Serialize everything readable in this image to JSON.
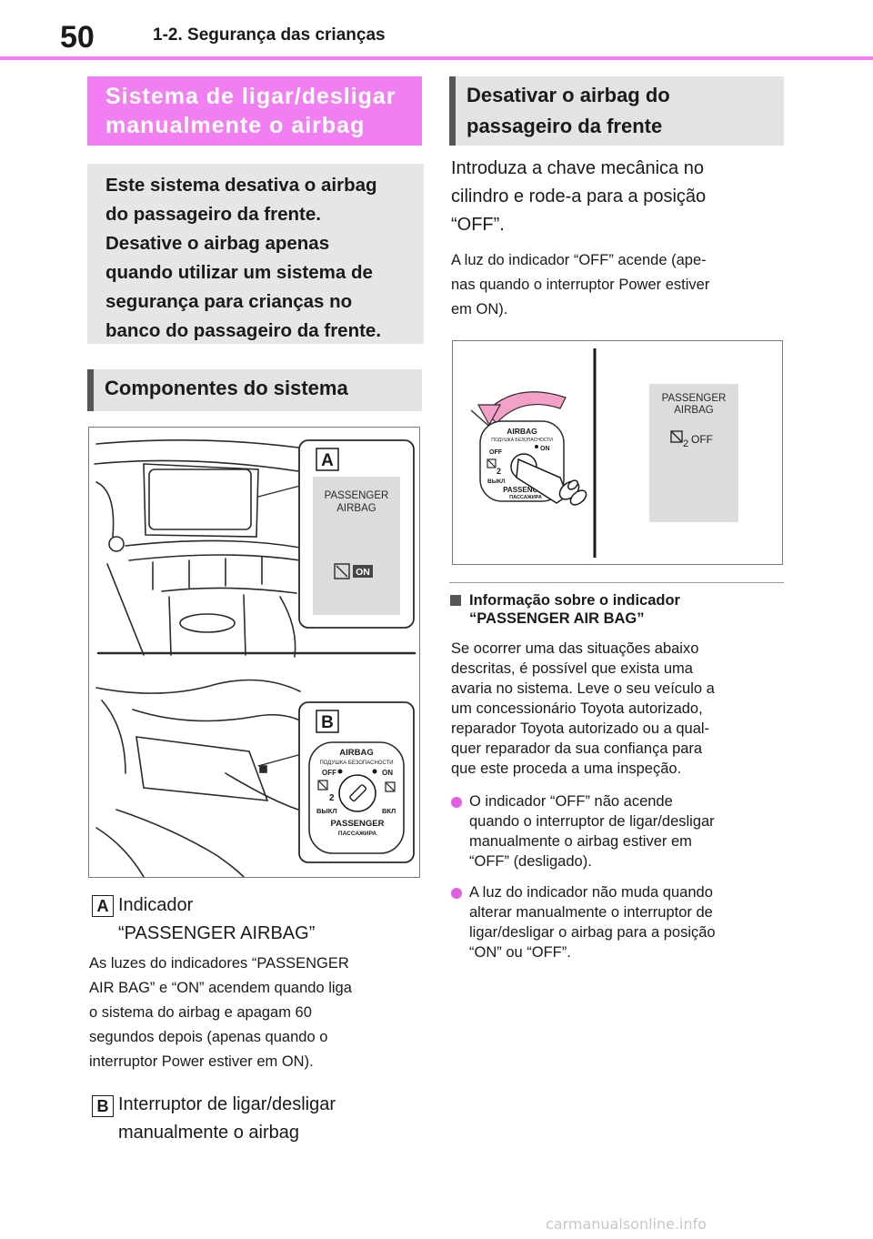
{
  "header": {
    "page_number": "50",
    "section_title": "1-2. Segurança das crianças"
  },
  "left": {
    "main_heading_line1": "Sistema de ligar/desligar",
    "main_heading_line2": "manualmente o airbag",
    "intro_lines": [
      "Este sistema desativa o airbag",
      "do passageiro da frente.",
      "Desative o airbag apenas",
      "quando utilizar um sistema de",
      "segurança para crianças no",
      "banco do passageiro da frente."
    ],
    "components_heading": "Componentes do sistema",
    "figure": {
      "label_a": "A",
      "label_b": "B",
      "indicator_line1": "PASSENGER",
      "indicator_line2": "AIRBAG",
      "indicator_on": "ON",
      "switch_top": "AIRBAG",
      "switch_top_ru": "ПОДУШКА  БЕЗОПАСНОСТИ",
      "switch_off": "OFF",
      "switch_on": "ON",
      "switch_off_ru": "ВЫКЛ",
      "switch_on_ru": "ВКЛ",
      "switch_bottom": "PASSENGER",
      "switch_bottom_ru": "ПАССАЖИРА",
      "num_2": "2"
    },
    "item_a": {
      "tag": "A",
      "title_line1": "Indicador",
      "title_line2": "“PASSENGER AIRBAG”",
      "desc_lines": [
        "As luzes do indicadores “PASSENGER",
        "AIR BAG” e “ON” acendem quando liga",
        "o sistema do airbag e apagam 60",
        "segundos depois (apenas quando o",
        "interruptor Power estiver em ON)."
      ]
    },
    "item_b": {
      "tag": "B",
      "title_line1": "Interruptor de ligar/desligar",
      "title_line2": "manualmente o airbag"
    }
  },
  "right": {
    "heading_line1": "Desativar o airbag do",
    "heading_line2": "passageiro da frente",
    "instruction_lines": [
      "Introduza a chave mecânica no",
      "cilindro e rode-a para a posição",
      "“OFF”."
    ],
    "note_lines": [
      "A luz do indicador “OFF” acende (ape-",
      "nas quando o interruptor Power estiver",
      "em ON)."
    ],
    "figure": {
      "panel_line1": "PASSENGER",
      "panel_line2": "AIRBAG",
      "panel_off": "OFF",
      "num_2": "2",
      "key_top": "AIRBAG",
      "key_top_ru": "ПОДУШКА  БЕЗОПАСНОСТИ",
      "key_off": "OFF",
      "key_on": "ON",
      "key_off_ru": "ВЫКЛ",
      "key_bottom": "PASSENGER",
      "key_bottom_ru": "ПАССАЖИРА"
    },
    "info_heading_line1": "Informação sobre o indicador",
    "info_heading_line2": "“PASSENGER AIR BAG”",
    "info_lines": [
      "Se ocorrer uma das situações abaixo",
      "descritas, é possível que exista uma",
      "avaria no sistema. Leve o seu veículo a",
      "um concessionário Toyota autorizado,",
      "reparador Toyota autorizado ou a qual-",
      "quer reparador da sua confiança para",
      "que este proceda a uma inspeção."
    ],
    "bullet1_lines": [
      "O indicador “OFF” não acende",
      "quando o interruptor de ligar/desligar",
      "manualmente o airbag estiver em",
      "“OFF” (desligado)."
    ],
    "bullet2_lines": [
      "A luz do indicador não muda quando",
      "alterar manualmente o interruptor de",
      "ligar/desligar o airbag para a posição",
      "“ON” ou “OFF”."
    ]
  },
  "watermark": "carmanualsonline.info",
  "colors": {
    "accent": "#f27ff2",
    "gray_box": "#e6e6e6",
    "bullet": "#e060e0"
  }
}
